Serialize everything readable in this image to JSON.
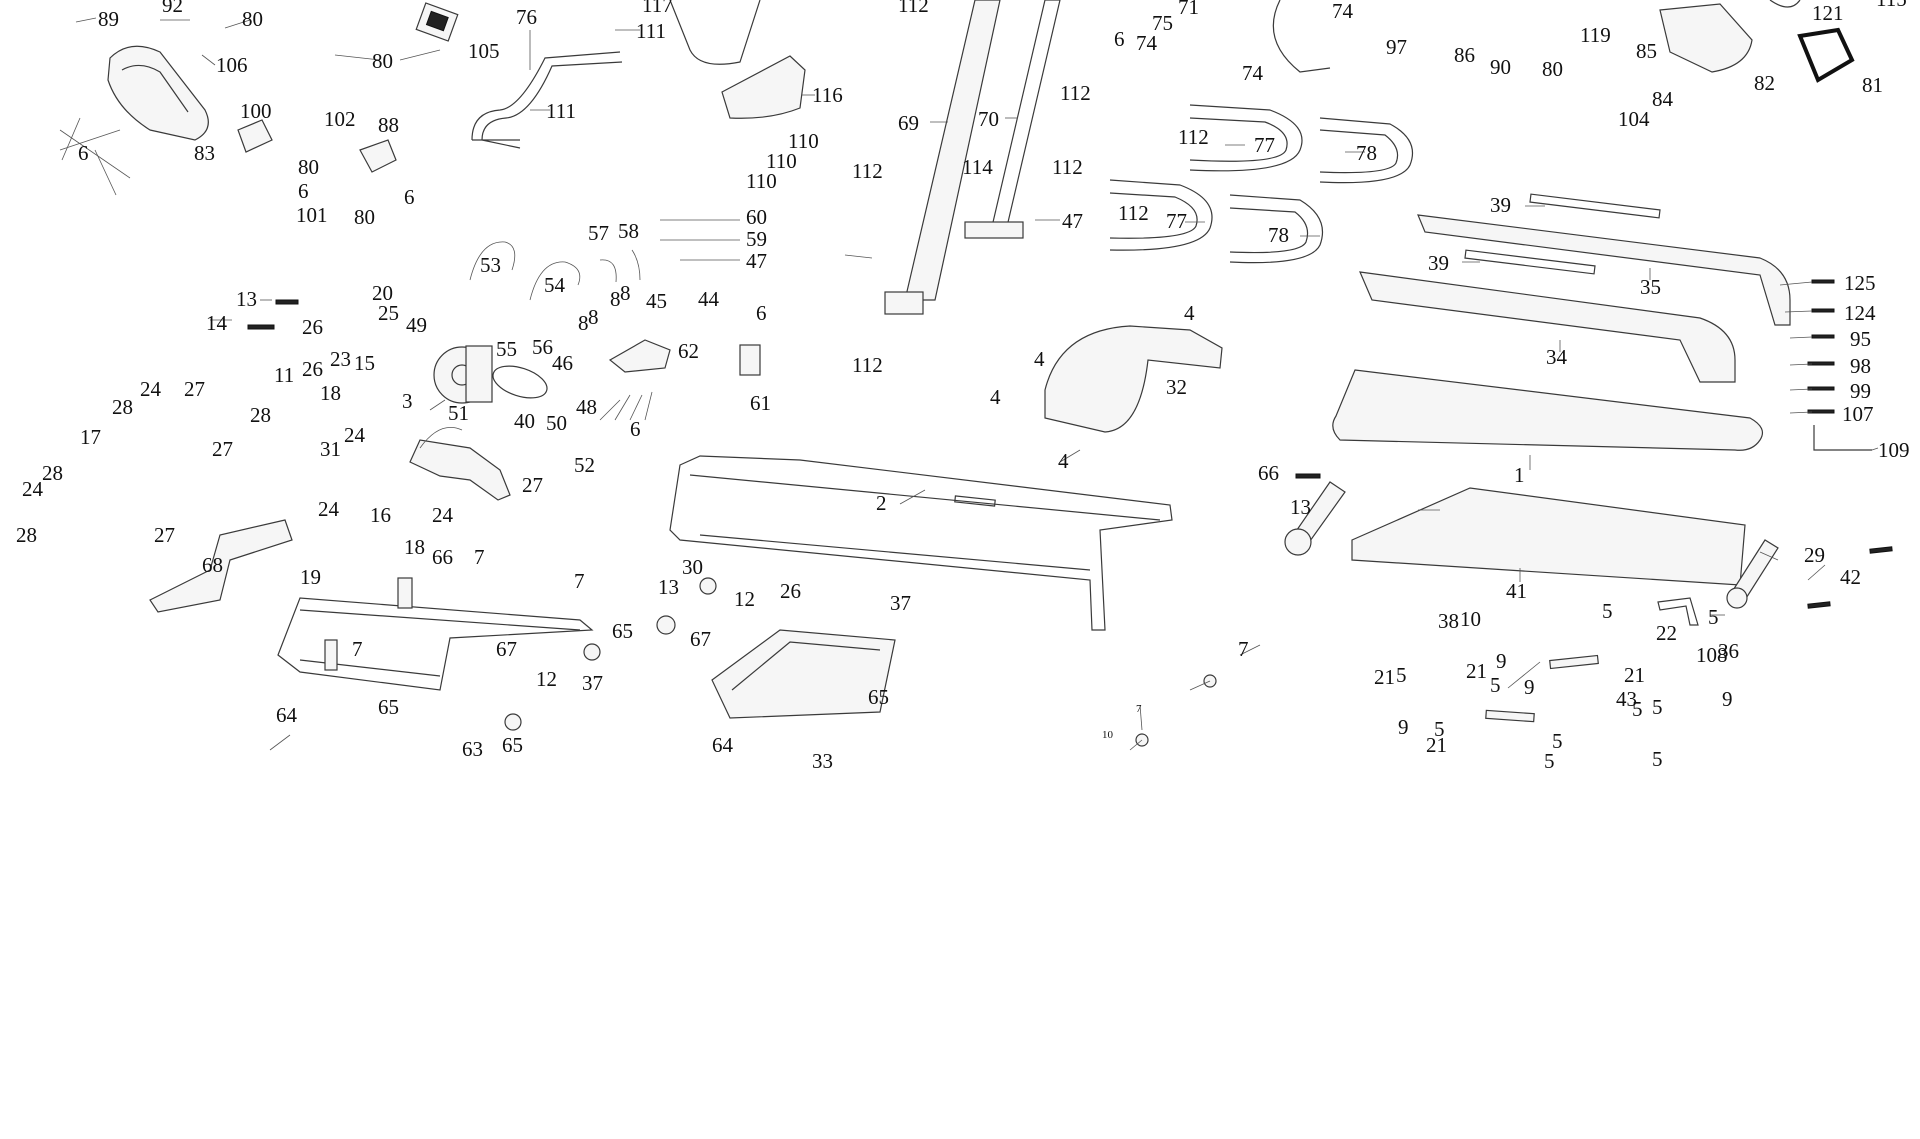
{
  "diagram": {
    "labels": [
      {
        "id": "l-89",
        "text": "89"
      },
      {
        "id": "l-92",
        "text": "92"
      },
      {
        "id": "l-80a",
        "text": "80"
      },
      {
        "id": "l-106",
        "text": "106"
      },
      {
        "id": "l-80b",
        "text": "80"
      },
      {
        "id": "l-105",
        "text": "105"
      },
      {
        "id": "l-76",
        "text": "76"
      },
      {
        "id": "l-117",
        "text": "117"
      },
      {
        "id": "l-111a",
        "text": "111"
      },
      {
        "id": "l-111b",
        "text": "111"
      },
      {
        "id": "l-112a",
        "text": "112"
      },
      {
        "id": "l-116",
        "text": "116"
      },
      {
        "id": "l-110a",
        "text": "110"
      },
      {
        "id": "l-110b",
        "text": "110"
      },
      {
        "id": "l-110c",
        "text": "110"
      },
      {
        "id": "l-69",
        "text": "69"
      },
      {
        "id": "l-70",
        "text": "70"
      },
      {
        "id": "l-112b",
        "text": "112"
      },
      {
        "id": "l-112c",
        "text": "112"
      },
      {
        "id": "l-114",
        "text": "114"
      },
      {
        "id": "l-112d",
        "text": "112"
      },
      {
        "id": "l-47a",
        "text": "47"
      },
      {
        "id": "l-6a",
        "text": "6"
      },
      {
        "id": "l-75",
        "text": "75"
      },
      {
        "id": "l-71",
        "text": "71"
      },
      {
        "id": "l-74a",
        "text": "74"
      },
      {
        "id": "l-74b",
        "text": "74"
      },
      {
        "id": "l-74c",
        "text": "74"
      },
      {
        "id": "l-97",
        "text": "97"
      },
      {
        "id": "l-86",
        "text": "86"
      },
      {
        "id": "l-90",
        "text": "90"
      },
      {
        "id": "l-119",
        "text": "119"
      },
      {
        "id": "l-80c",
        "text": "80"
      },
      {
        "id": "l-85",
        "text": "85"
      },
      {
        "id": "l-84",
        "text": "84"
      },
      {
        "id": "l-104",
        "text": "104"
      },
      {
        "id": "l-82",
        "text": "82"
      },
      {
        "id": "l-121",
        "text": "121"
      },
      {
        "id": "l-115",
        "text": "115"
      },
      {
        "id": "l-81",
        "text": "81"
      },
      {
        "id": "l-83",
        "text": "83"
      },
      {
        "id": "l-100",
        "text": "100"
      },
      {
        "id": "l-102",
        "text": "102"
      },
      {
        "id": "l-88",
        "text": "88"
      },
      {
        "id": "l-6b",
        "text": "6"
      },
      {
        "id": "l-80d",
        "text": "80"
      },
      {
        "id": "l-6c",
        "text": "6"
      },
      {
        "id": "l-101",
        "text": "101"
      },
      {
        "id": "l-80e",
        "text": "80"
      },
      {
        "id": "l-6d",
        "text": "6"
      },
      {
        "id": "l-112e",
        "text": "112"
      },
      {
        "id": "l-77a",
        "text": "77"
      },
      {
        "id": "l-78a",
        "text": "78"
      },
      {
        "id": "l-112f",
        "text": "112"
      },
      {
        "id": "l-77b",
        "text": "77"
      },
      {
        "id": "l-78b",
        "text": "78"
      },
      {
        "id": "l-39a",
        "text": "39"
      },
      {
        "id": "l-39b",
        "text": "39"
      },
      {
        "id": "l-35",
        "text": "35"
      },
      {
        "id": "l-34",
        "text": "34"
      },
      {
        "id": "l-125",
        "text": "125"
      },
      {
        "id": "l-124",
        "text": "124"
      },
      {
        "id": "l-95",
        "text": "95"
      },
      {
        "id": "l-98",
        "text": "98"
      },
      {
        "id": "l-99",
        "text": "99"
      },
      {
        "id": "l-107",
        "text": "107"
      },
      {
        "id": "l-109",
        "text": "109"
      },
      {
        "id": "l-60",
        "text": "60"
      },
      {
        "id": "l-59",
        "text": "59"
      },
      {
        "id": "l-47b",
        "text": "47"
      },
      {
        "id": "l-57",
        "text": "57"
      },
      {
        "id": "l-58",
        "text": "58"
      },
      {
        "id": "l-53",
        "text": "53"
      },
      {
        "id": "l-54",
        "text": "54"
      },
      {
        "id": "l-13a",
        "text": "13"
      },
      {
        "id": "l-14",
        "text": "14"
      },
      {
        "id": "l-20",
        "text": "20"
      },
      {
        "id": "l-25",
        "text": "25"
      },
      {
        "id": "l-26a",
        "text": "26"
      },
      {
        "id": "l-49",
        "text": "49"
      },
      {
        "id": "l-23",
        "text": "23"
      },
      {
        "id": "l-15",
        "text": "15"
      },
      {
        "id": "l-26b",
        "text": "26"
      },
      {
        "id": "l-11",
        "text": "11"
      },
      {
        "id": "l-8a",
        "text": "8"
      },
      {
        "id": "l-8b",
        "text": "8"
      },
      {
        "id": "l-8c",
        "text": "8"
      },
      {
        "id": "l-8d",
        "text": "8"
      },
      {
        "id": "l-45",
        "text": "45"
      },
      {
        "id": "l-44",
        "text": "44"
      },
      {
        "id": "l-6e",
        "text": "6"
      },
      {
        "id": "l-55",
        "text": "55"
      },
      {
        "id": "l-56",
        "text": "56"
      },
      {
        "id": "l-46",
        "text": "46"
      },
      {
        "id": "l-62",
        "text": "62"
      },
      {
        "id": "l-61",
        "text": "61"
      },
      {
        "id": "l-112g",
        "text": "112"
      },
      {
        "id": "l-4a",
        "text": "4"
      },
      {
        "id": "l-4b",
        "text": "4"
      },
      {
        "id": "l-4c",
        "text": "4"
      },
      {
        "id": "l-32",
        "text": "32"
      },
      {
        "id": "l-4d",
        "text": "4"
      },
      {
        "id": "l-24a",
        "text": "24"
      },
      {
        "id": "l-27a",
        "text": "27"
      },
      {
        "id": "l-28a",
        "text": "28"
      },
      {
        "id": "l-18a",
        "text": "18"
      },
      {
        "id": "l-3",
        "text": "3"
      },
      {
        "id": "l-51",
        "text": "51"
      },
      {
        "id": "l-40",
        "text": "40"
      },
      {
        "id": "l-50",
        "text": "50"
      },
      {
        "id": "l-48",
        "text": "48"
      },
      {
        "id": "l-6f",
        "text": "6"
      },
      {
        "id": "l-17",
        "text": "17"
      },
      {
        "id": "l-28b",
        "text": "28"
      },
      {
        "id": "l-27b",
        "text": "27"
      },
      {
        "id": "l-24b",
        "text": "24"
      },
      {
        "id": "l-31",
        "text": "31"
      },
      {
        "id": "l-28c",
        "text": "28"
      },
      {
        "id": "l-24c",
        "text": "24"
      },
      {
        "id": "l-28d",
        "text": "28"
      },
      {
        "id": "l-24d",
        "text": "24"
      },
      {
        "id": "l-27c",
        "text": "27"
      },
      {
        "id": "l-52",
        "text": "52"
      },
      {
        "id": "l-24e",
        "text": "24"
      },
      {
        "id": "l-27d",
        "text": "27"
      },
      {
        "id": "l-16",
        "text": "16"
      },
      {
        "id": "l-18b",
        "text": "18"
      },
      {
        "id": "l-66a",
        "text": "66"
      },
      {
        "id": "l-7a",
        "text": "7"
      },
      {
        "id": "l-68",
        "text": "68"
      },
      {
        "id": "l-19",
        "text": "19"
      },
      {
        "id": "l-2",
        "text": "2"
      },
      {
        "id": "l-66b",
        "text": "66"
      },
      {
        "id": "l-1",
        "text": "1"
      },
      {
        "id": "l-13b",
        "text": "13"
      },
      {
        "id": "l-41",
        "text": "41"
      },
      {
        "id": "l-29",
        "text": "29"
      },
      {
        "id": "l-42",
        "text": "42"
      },
      {
        "id": "l-30",
        "text": "30"
      },
      {
        "id": "l-13c",
        "text": "13"
      },
      {
        "id": "l-12a",
        "text": "12"
      },
      {
        "id": "l-26c",
        "text": "26"
      },
      {
        "id": "l-37a",
        "text": "37"
      },
      {
        "id": "l-7b",
        "text": "7"
      },
      {
        "id": "l-7c",
        "text": "7"
      },
      {
        "id": "l-67a",
        "text": "67"
      },
      {
        "id": "l-65a",
        "text": "65"
      },
      {
        "id": "l-67b",
        "text": "67"
      },
      {
        "id": "l-12b",
        "text": "12"
      },
      {
        "id": "l-37b",
        "text": "37"
      },
      {
        "id": "l-65b",
        "text": "65"
      },
      {
        "id": "l-64a",
        "text": "64"
      },
      {
        "id": "l-63",
        "text": "63"
      },
      {
        "id": "l-65c",
        "text": "65"
      },
      {
        "id": "l-65d",
        "text": "65"
      },
      {
        "id": "l-64b",
        "text": "64"
      },
      {
        "id": "l-33",
        "text": "33"
      },
      {
        "id": "l-7d",
        "text": "7"
      },
      {
        "id": "l-7e",
        "text": "7"
      },
      {
        "id": "l-10a",
        "text": "10"
      },
      {
        "id": "l-38",
        "text": "38"
      },
      {
        "id": "l-10b",
        "text": "10"
      },
      {
        "id": "l-9a",
        "text": "9"
      },
      {
        "id": "l-21a",
        "text": "21"
      },
      {
        "id": "l-5a",
        "text": "5"
      },
      {
        "id": "l-5b",
        "text": "5"
      },
      {
        "id": "l-5c",
        "text": "5"
      },
      {
        "id": "l-22",
        "text": "22"
      },
      {
        "id": "l-108",
        "text": "108"
      },
      {
        "id": "l-36",
        "text": "36"
      },
      {
        "id": "l-9b",
        "text": "9"
      },
      {
        "id": "l-21b",
        "text": "21"
      },
      {
        "id": "l-5d",
        "text": "5"
      },
      {
        "id": "l-9c",
        "text": "9"
      },
      {
        "id": "l-21c",
        "text": "21"
      },
      {
        "id": "l-43",
        "text": "43"
      },
      {
        "id": "l-5e",
        "text": "5"
      },
      {
        "id": "l-5f",
        "text": "5"
      },
      {
        "id": "l-5g",
        "text": "5"
      },
      {
        "id": "l-9d",
        "text": "9"
      },
      {
        "id": "l-21d",
        "text": "21"
      },
      {
        "id": "l-5h",
        "text": "5"
      },
      {
        "id": "l-5i",
        "text": "5"
      },
      {
        "id": "l-5j",
        "text": "5"
      },
      {
        "id": "l-5k",
        "text": "5"
      },
      {
        "id": "l-5l",
        "text": "5"
      }
    ]
  }
}
